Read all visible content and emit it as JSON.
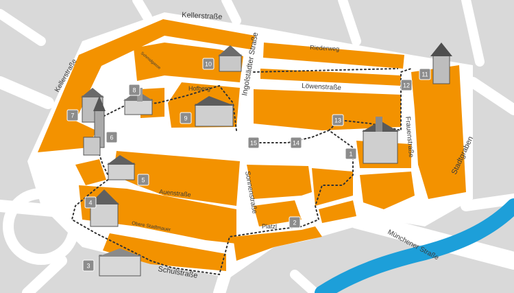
{
  "streets": {
    "kellerstrasse_top": "Kellerstraße",
    "kellerstrasse_left": "Kellerstraße",
    "gasse_small": "Schmidgasse",
    "hofberg": "Hofberg",
    "ingolstaedter": "Ingolstädter Straße",
    "riederweg": "Riederweg",
    "loewenstrasse": "Löwenstraße",
    "frauenstrasse": "Frauenstraße",
    "stadtgraben": "Stadtgraben",
    "auenstrasse": "Auenstraße",
    "sonnenstrasse": "Sonnenstraße",
    "platzl": "Platzl",
    "obere_stadtmauer": "Obere Stadtmauer",
    "schulstrasse": "Schulstraße",
    "muenchener": "Münchener Straße"
  },
  "markers": [
    "1",
    "2",
    "3",
    "4",
    "5",
    "6",
    "7",
    "8",
    "9",
    "10",
    "11",
    "12",
    "13",
    "14",
    "15"
  ],
  "colors": {
    "block": "#f39200",
    "road": "#ffffff",
    "background": "#d9d9d9",
    "river": "#1d9fd9",
    "route": "#333333",
    "marker": "#8c8c8c"
  },
  "icons": {
    "landmarks": "building-icon",
    "marker": "numbered-square-marker"
  }
}
